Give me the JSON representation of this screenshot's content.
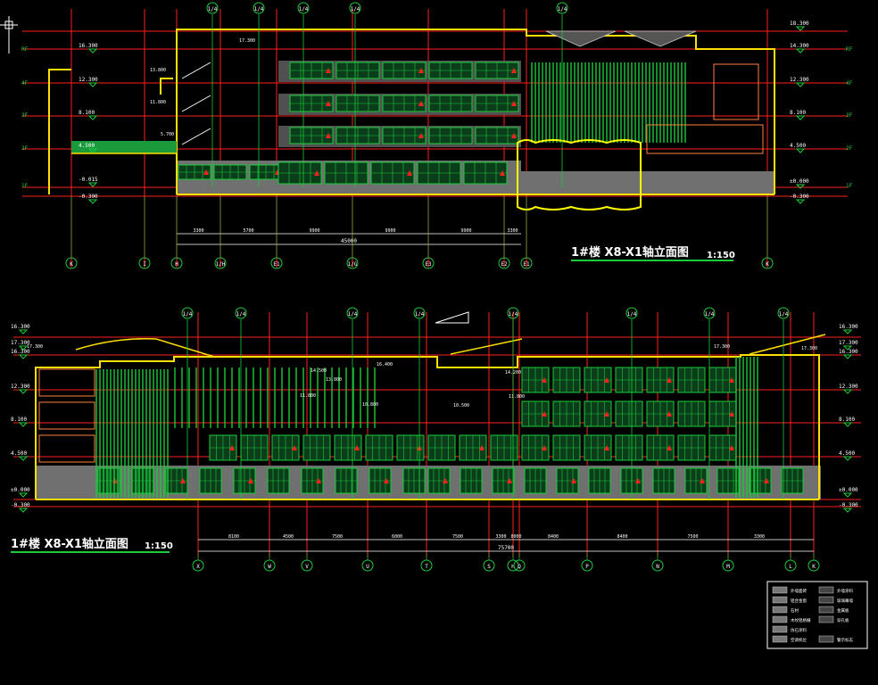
{
  "drawing": {
    "top_title": "1#楼 X8-X1轴立面图",
    "top_scale": "1:150",
    "bottom_title": "1#楼 X8-X1轴立面图",
    "bottom_scale": "1:150"
  },
  "top_elevation": {
    "levels_right": [
      "18.300",
      "14.300",
      "12.300",
      "8.100",
      "4.500",
      "±0.000",
      "-0.300"
    ],
    "levels_left": [
      "16.300",
      "12.300",
      "8.100",
      "4.500",
      "-0.015",
      "-0.300"
    ],
    "floor_tags_left": [
      "RF",
      "4F",
      "3F",
      "2F",
      "1F"
    ],
    "floor_tags_right": [
      "RF",
      "4F",
      "3F",
      "2F",
      "1F"
    ],
    "inner_levels": [
      "17.300",
      "13.800",
      "11.800",
      "5.700"
    ],
    "dims": [
      "3300",
      "5700",
      "9900",
      "9900",
      "9900",
      "3300"
    ],
    "total_dim": "45000",
    "axis_labels": [
      "K",
      "I",
      "H",
      "1/H",
      "E1",
      "1/G",
      "E3",
      "E2",
      "E1",
      "K"
    ]
  },
  "bottom_elevation": {
    "levels_left": [
      "16.300",
      "17.300",
      "16.300",
      "12.300",
      "8.100",
      "4.500",
      "±0.000",
      "-0.300"
    ],
    "levels_right": [
      "16.300",
      "17.300",
      "16.300",
      "12.300",
      "8.100",
      "4.500",
      "±0.000",
      "-0.300"
    ],
    "inner_levels": [
      "17.300",
      "14.500",
      "16.400",
      "13.800",
      "11.800",
      "10.800",
      "10.500",
      "14.200",
      "11.800",
      "17.300",
      "17.300"
    ],
    "dims": [
      "8100",
      "4500",
      "7500",
      "6000",
      "7500",
      "3300",
      "8000",
      "8400",
      "8400",
      "7500",
      "3300"
    ],
    "total_dim": "75700",
    "axis_labels": [
      "X",
      "W",
      "V",
      "U",
      "T",
      "S",
      "H",
      "Q",
      "P",
      "N",
      "M",
      "L",
      "K"
    ]
  },
  "legend": {
    "rows": [
      [
        "外墙面砖",
        "外墙涂料"
      ],
      [
        "铝合金窗",
        "玻璃幕墙"
      ],
      [
        "石材",
        "金属板"
      ],
      [
        "木纹铝格栅",
        "穿孔板"
      ],
      [
        "仿石涂料",
        ""
      ],
      [
        "空调机位",
        "警示标志"
      ]
    ]
  }
}
